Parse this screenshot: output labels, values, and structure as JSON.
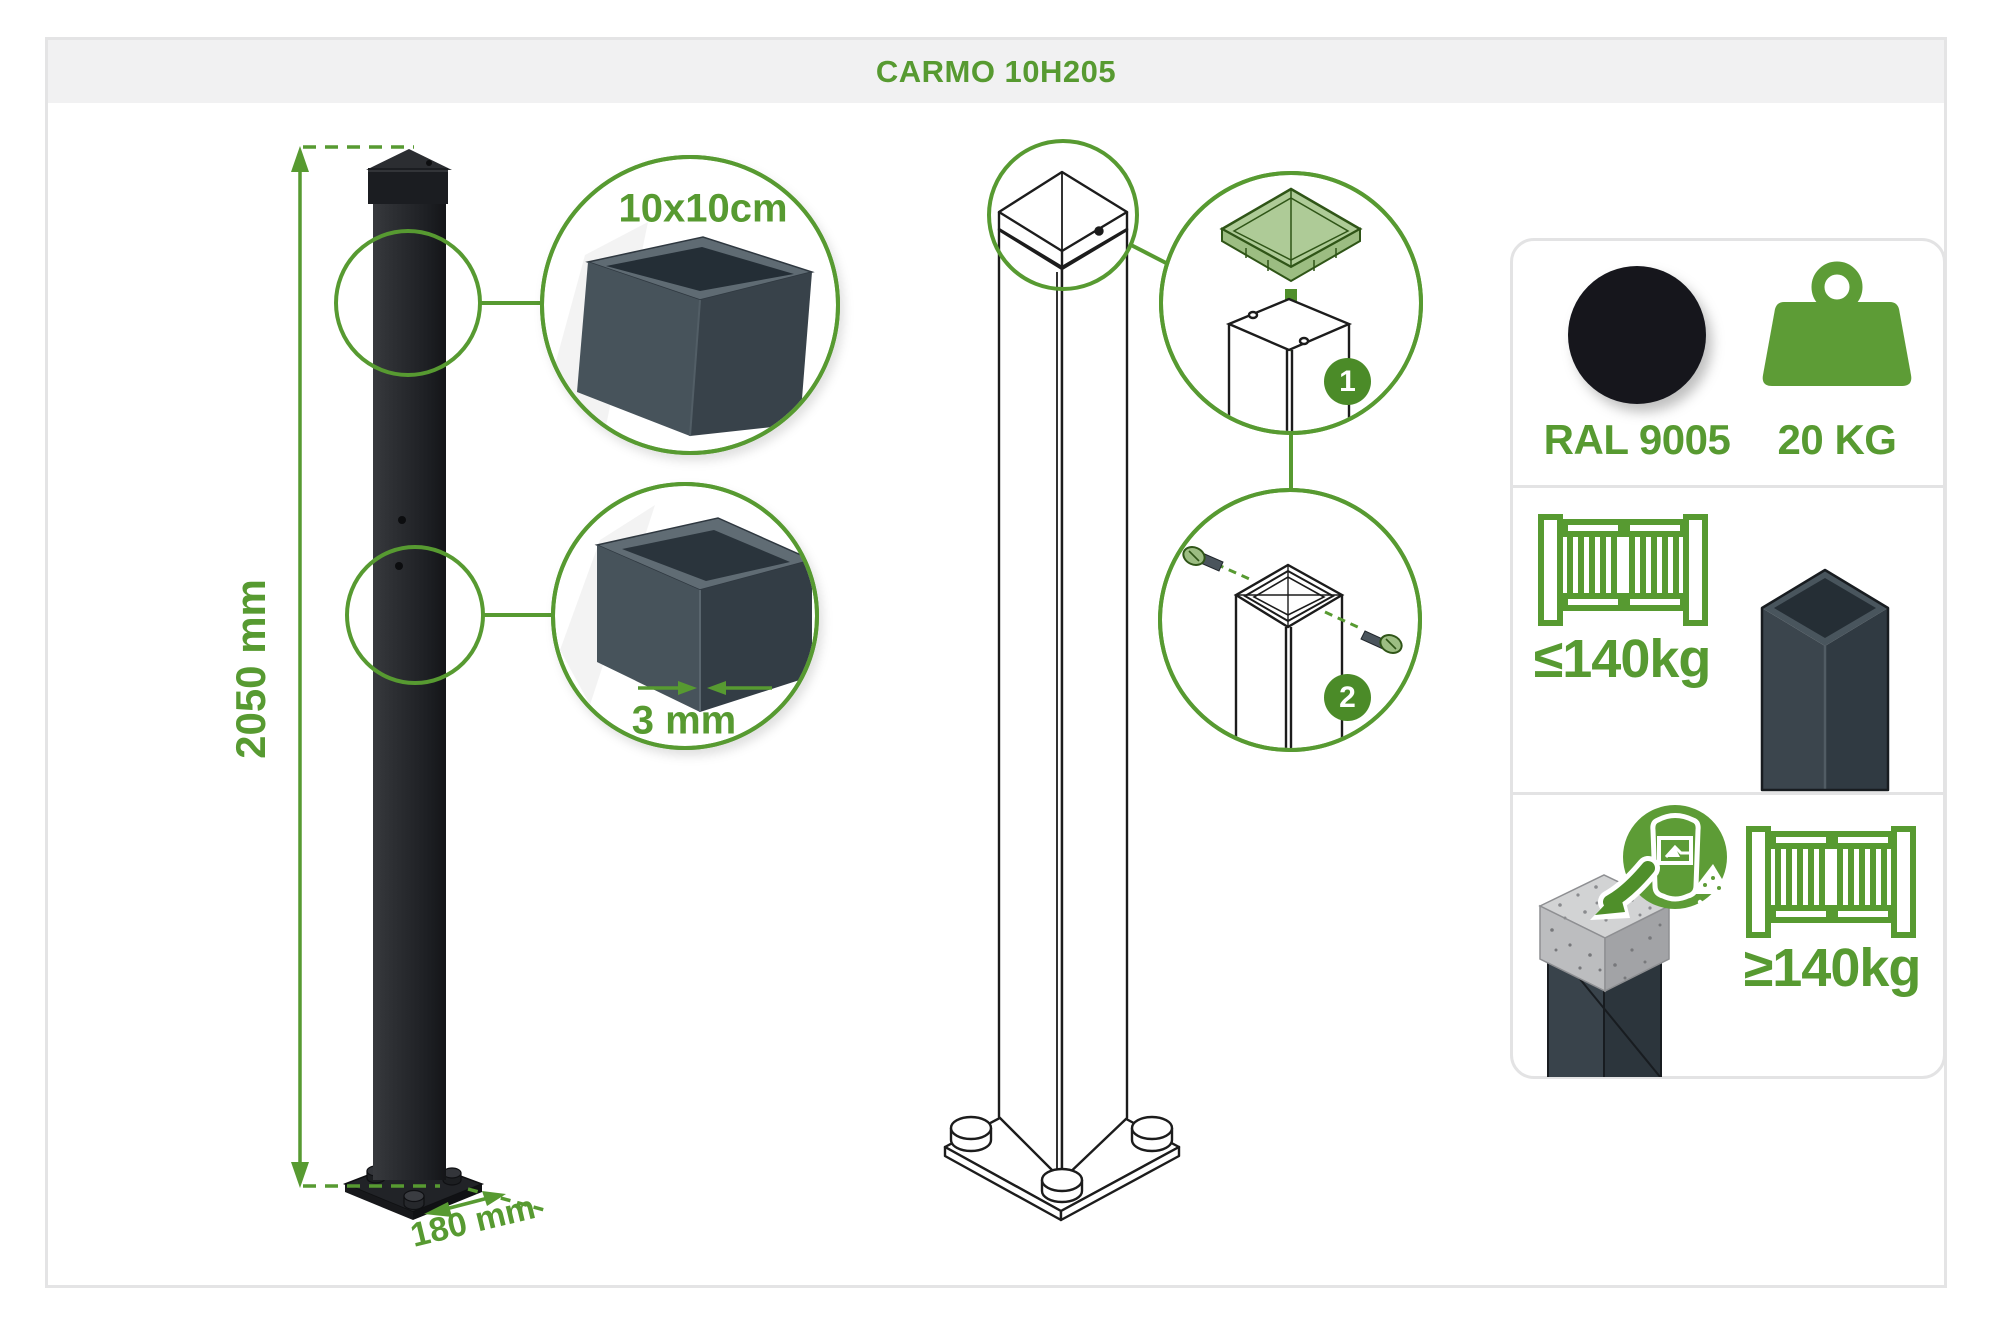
{
  "title": "CARMO 10H205",
  "colors": {
    "accent": "#579a31",
    "badge": "#4b8b28",
    "ral_swatch": "#14171c"
  },
  "dimensions": {
    "height": "2050 mm",
    "base_width": "180 mm",
    "cross_section": "10x10cm",
    "wall_thickness": "3 mm"
  },
  "assembly_steps": {
    "step1": "1",
    "step2": "2"
  },
  "specs": {
    "color": "RAL 9005",
    "weight": "20 KG",
    "gate_weight_max": "≤140kg",
    "gate_weight_min": "≥140kg"
  }
}
